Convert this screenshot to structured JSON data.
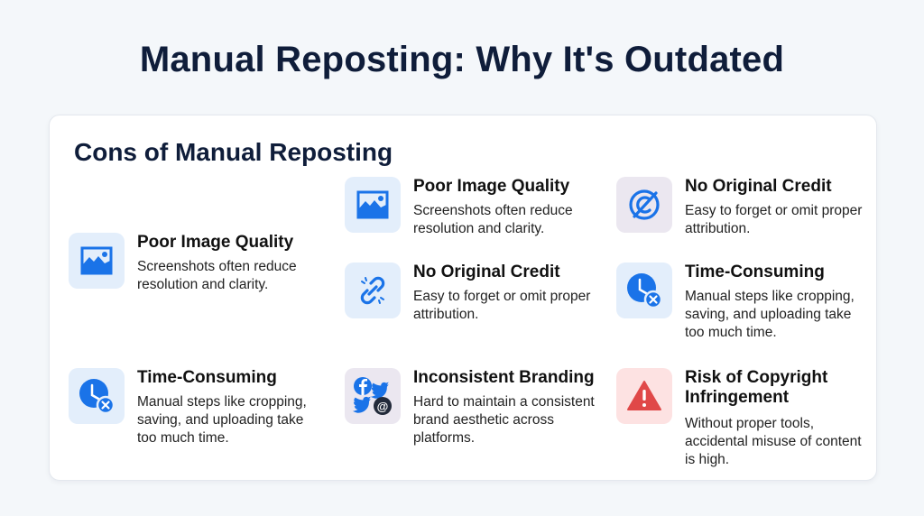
{
  "header": {
    "title": "Manual Reposting: Why It's Outdated"
  },
  "card": {
    "section_title": "Cons of Manual Reposting",
    "items": [
      {
        "icon": "image-icon",
        "title": "Poor Image Quality",
        "desc": "Screenshots often reduce resolution and clarity."
      },
      {
        "icon": "clock-x-icon",
        "title": "Time-Consuming",
        "desc": "Manual steps like cropping, saving, and uploading take too much time."
      },
      {
        "icon": "image-icon",
        "title": "Poor Image Quality",
        "desc": "Screenshots often reduce resolution and clarity."
      },
      {
        "icon": "broken-link-icon",
        "title": "No Original Credit",
        "desc": "Easy to forget or omit proper attribution."
      },
      {
        "icon": "social-icons",
        "title": "Inconsistent Branding",
        "desc": "Hard to maintain a consistent brand aesthetic across platforms."
      },
      {
        "icon": "no-credit-icon",
        "title": "No Original Credit",
        "desc": "Easy to forget or omit proper attribution."
      },
      {
        "icon": "clock-x-icon",
        "title": "Time-Consuming",
        "desc": "Manual steps like cropping, saving, and uploading take too much time."
      },
      {
        "icon": "warning-icon",
        "title": "Risk of Copyright Infringement",
        "desc": "Without proper tools, accidental misuse of content is high."
      }
    ]
  },
  "colors": {
    "accent_blue": "#1a73e8",
    "warning_red": "#e04848",
    "title_navy": "#0f1d3a"
  }
}
